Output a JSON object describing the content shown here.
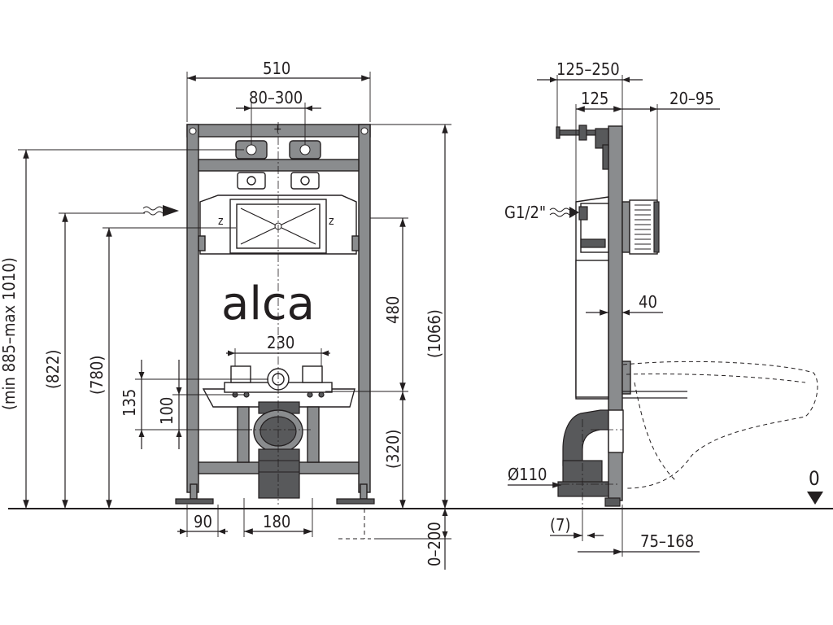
{
  "brand": {
    "logo_text": "alca"
  },
  "front_view": {
    "width_total": "510",
    "bracket_spacing": "80–300",
    "pipe_spacing": "230",
    "height_range": "(min 885–max 1010)",
    "height_822": "(822)",
    "height_780": "(780)",
    "dim_135": "135",
    "dim_100": "100",
    "dim_480": "480",
    "dim_320": "(320)",
    "dim_1066": "(1066)",
    "foot_90": "90",
    "foot_180": "180",
    "floor_adjust": "0–200"
  },
  "side_view": {
    "depth_range": "125–250",
    "depth_125": "125",
    "depth_20_95": "20–95",
    "water_inlet": "G1/2\"",
    "dim_40": "40",
    "waste_diameter": "Ø110",
    "dim_7": "(7)",
    "dim_75_168": "75–168",
    "floor_level": "0"
  }
}
